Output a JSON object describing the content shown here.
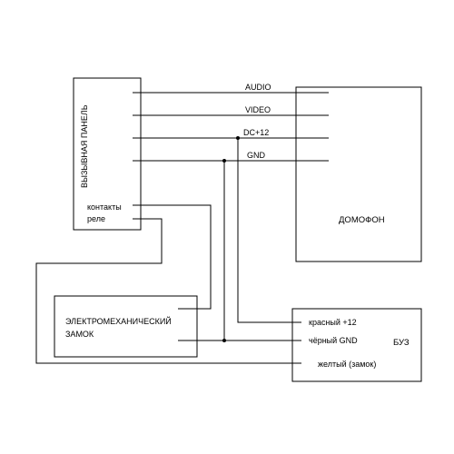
{
  "blocks": {
    "call_panel": "ВЫЗЫВНАЯ ПАНЕЛЬ",
    "intercom": "ДОМОФОН",
    "lock_line1": "ЭЛЕКТРОМЕХАНИЧЕСКИЙ",
    "lock_line2": "ЗАМОК",
    "buz": "БУЗ"
  },
  "panel_terminals": {
    "contacts": "контакты",
    "relay": "реле"
  },
  "signals": {
    "audio": "AUDIO",
    "video": "VIDEO",
    "dc12": "DC+12",
    "gnd": "GND"
  },
  "buz_terminals": {
    "red": "красный +12",
    "black": "чёрный GND",
    "yellow": "желтый (замок)"
  }
}
